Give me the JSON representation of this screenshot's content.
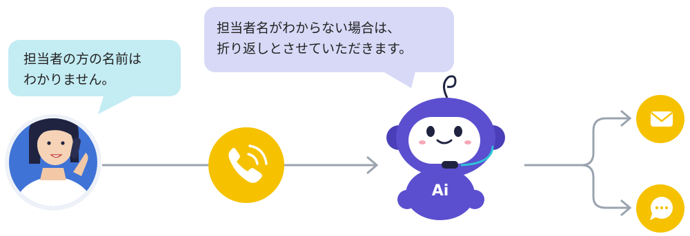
{
  "caller_bubble": {
    "lines": [
      "担当者の方の名前は",
      "わかりません。"
    ]
  },
  "ai_bubble": {
    "lines": [
      "担当者名がわからない場合は、",
      "折り返しとさせていただきます。"
    ]
  },
  "robot": {
    "chest_label": "Ai"
  },
  "icons": {
    "caller": "woman-on-phone-avatar",
    "call": "phone-call-icon",
    "robot": "ai-robot-icon",
    "mail": "mail-envelope-icon",
    "chat": "chat-bubble-icon"
  },
  "colors": {
    "caller_bubble": "#c4ecf3",
    "ai_bubble": "#d8d9f7",
    "connector": "#9aa3ae",
    "icon_yellow": "#f6c200",
    "robot_purple": "#5b4fcf",
    "avatar_circle": "#3f73d6"
  }
}
